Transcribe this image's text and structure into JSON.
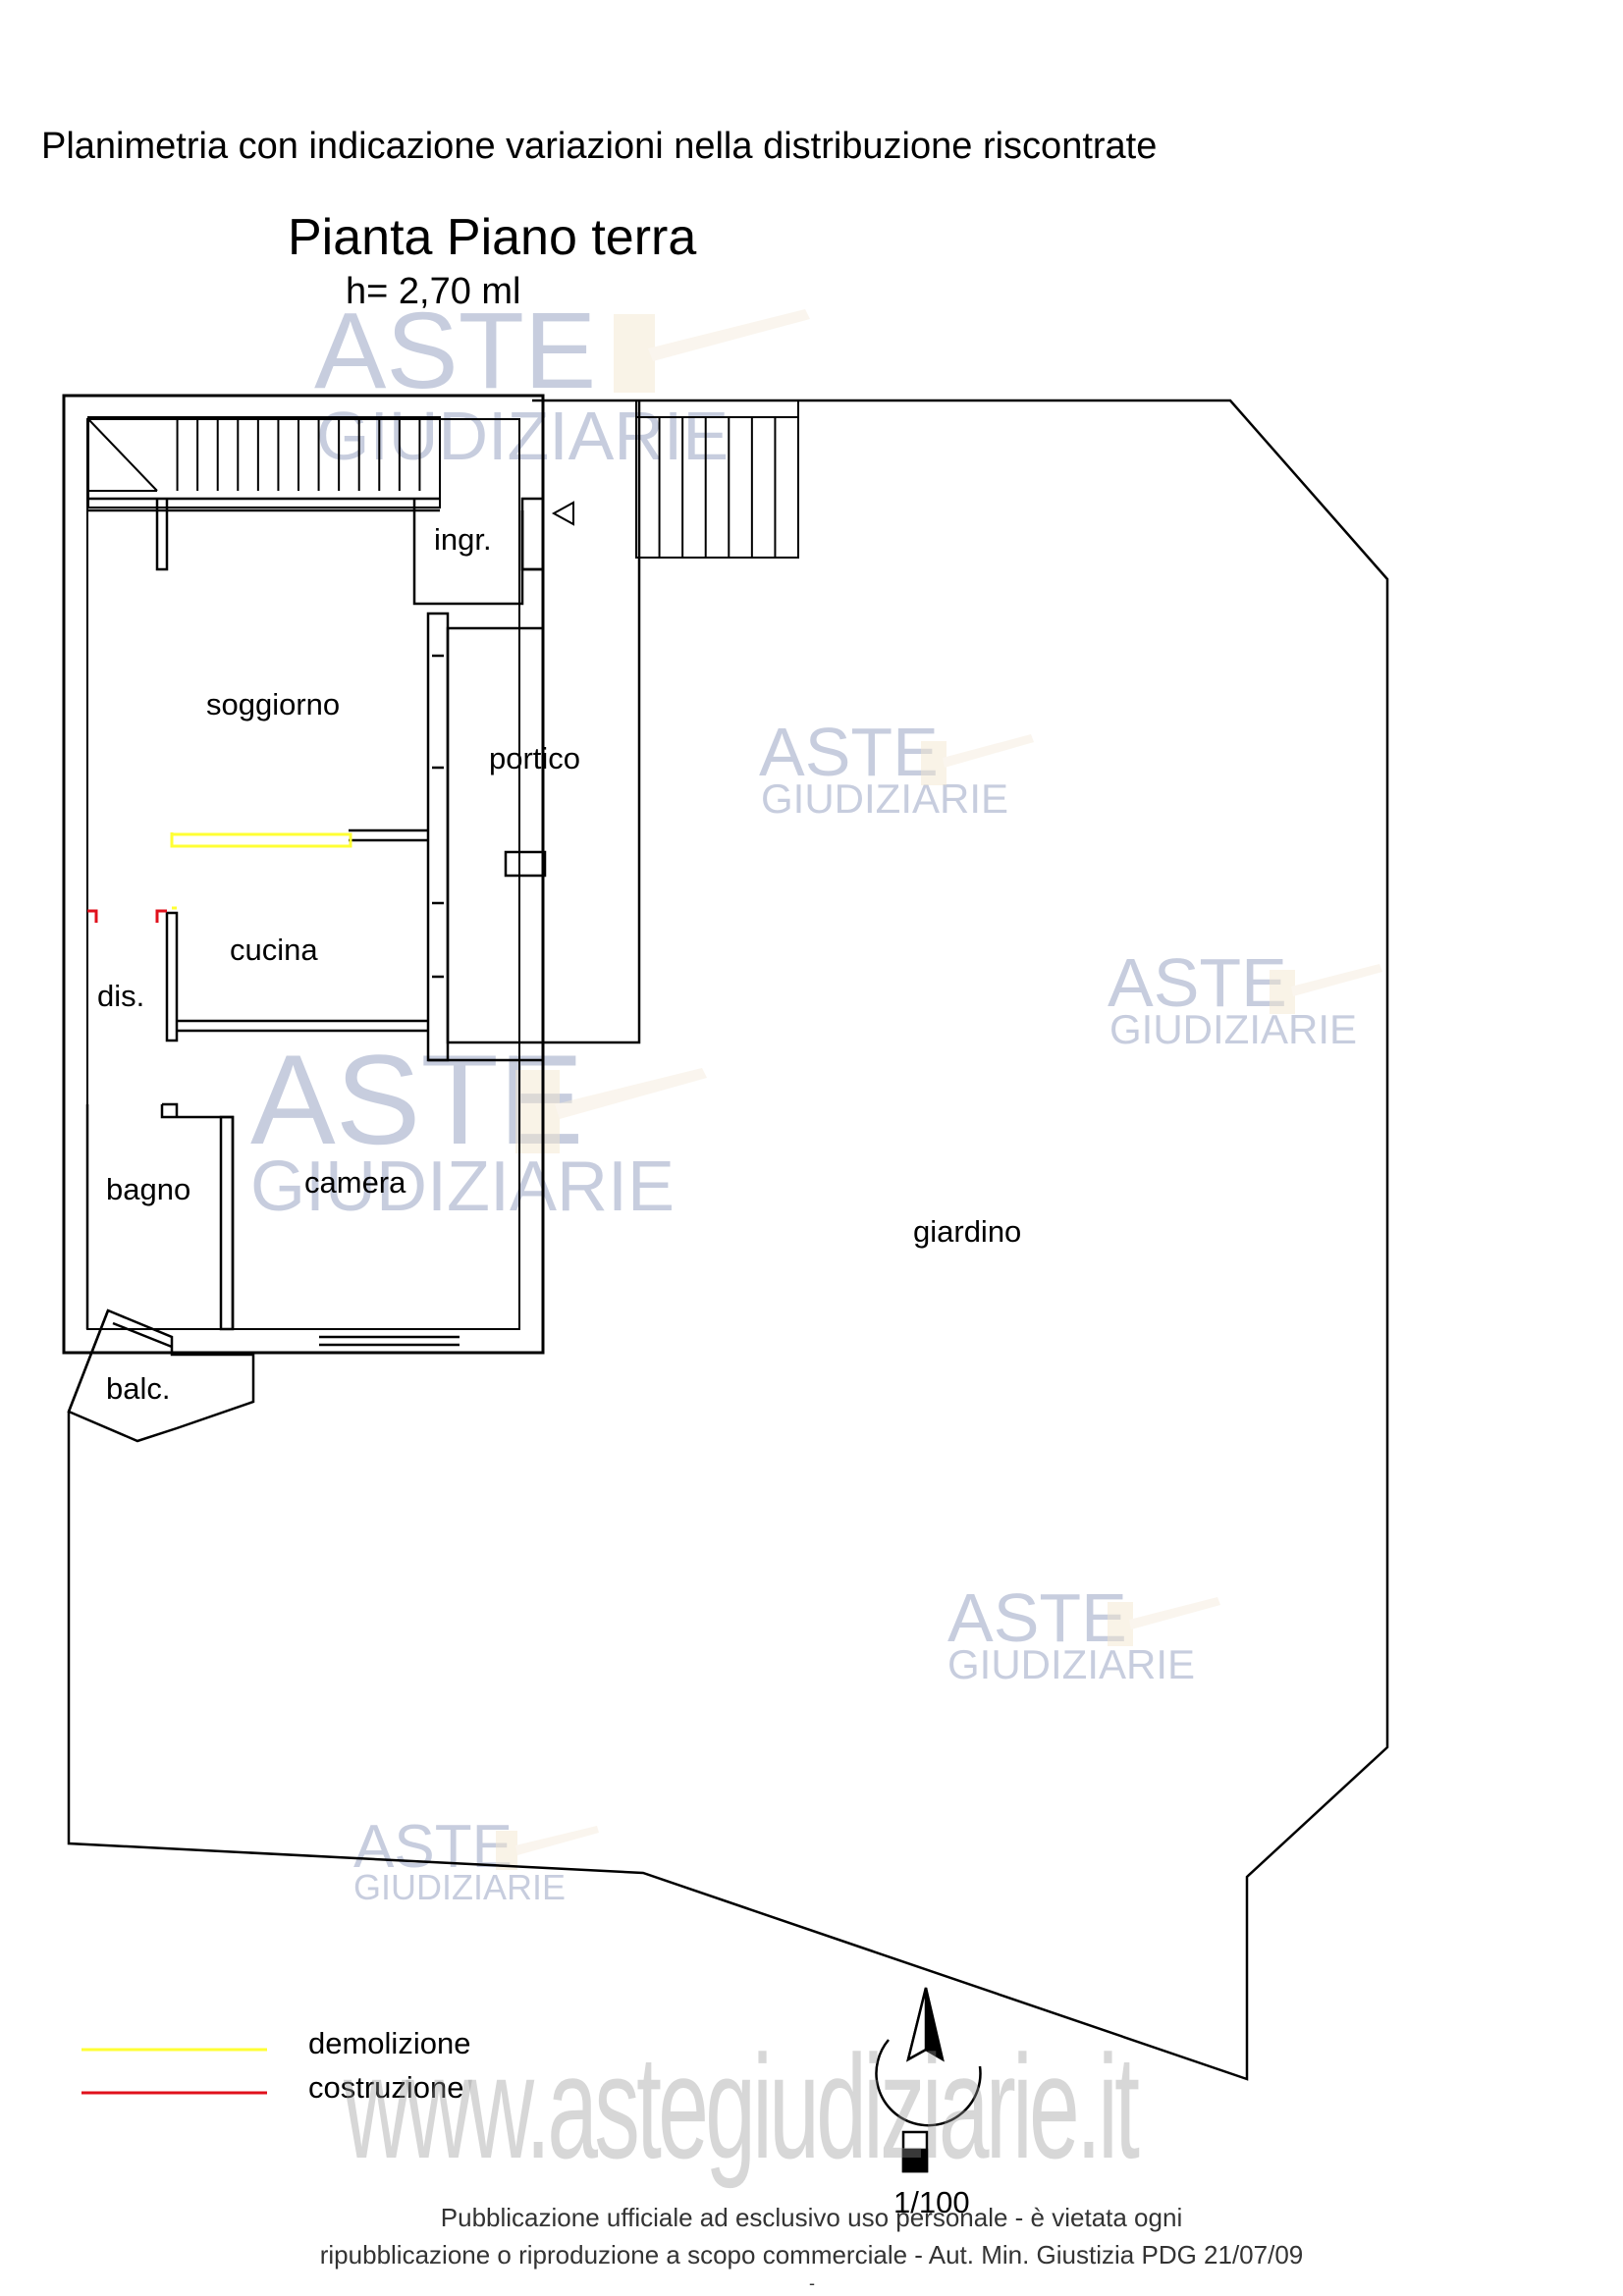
{
  "header": {
    "title": "Planimetria con indicazione variazioni nella distribuzione riscontrate",
    "plan_title": "Pianta Piano terra",
    "plan_height": "h= 2,70 ml"
  },
  "rooms": {
    "ingresso": "ingr.",
    "soggiorno": "soggiorno",
    "portico": "portico",
    "cucina": "cucina",
    "disimpegno": "dis.",
    "bagno": "bagno",
    "camera": "camera",
    "balcone": "balc.",
    "giardino": "giardino"
  },
  "legend": {
    "items": [
      {
        "label": "demolizione",
        "color": "#ffff33"
      },
      {
        "label": "costruzione",
        "color": "#e0101c"
      }
    ]
  },
  "scale": "1/100",
  "watermark": {
    "brand_line1": "ASTE",
    "brand_line2": "GIUDIZIARIE",
    "url": "www.astegiudiziarie.it"
  },
  "footer": {
    "line1": "Pubblicazione ufficiale ad esclusivo uso personale - è vietata ogni",
    "line2": "ripubblicazione o riproduzione a scopo commerciale - Aut. Min. Giustizia PDG 21/07/09",
    "line3": "-"
  },
  "colors": {
    "wall": "#000000",
    "demolition": "#ffff33",
    "construction": "#e0101c",
    "watermark": "#9aa5c4"
  }
}
